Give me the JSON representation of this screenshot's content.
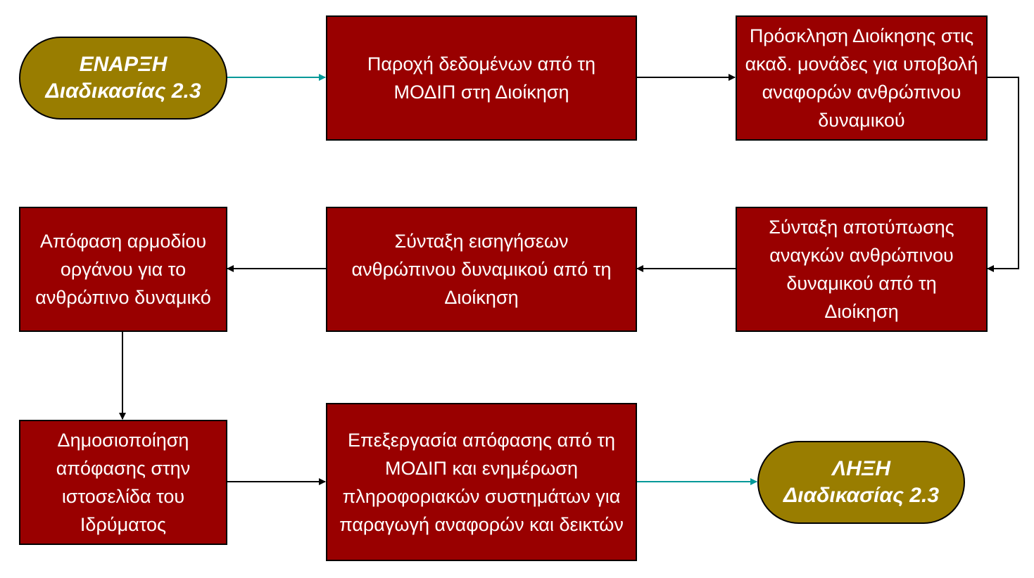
{
  "colors": {
    "process": "#990000",
    "terminal": "#997d00",
    "terminal_arrow": "#009999",
    "arrow": "#000000"
  },
  "start": {
    "line1": "ΕΝΑΡΞΗ",
    "line2": "Διαδικασίας 2.3"
  },
  "end": {
    "line1": "ΛΗΞΗ",
    "line2": "Διαδικασίας 2.3"
  },
  "steps": [
    {
      "text": "Παροχή δεδομένων από τη ΜΟΔΙΠ στη Διοίκηση"
    },
    {
      "text": "Πρόσκληση Διοίκησης στις ακαδ. μονάδες για υποβολή αναφορών ανθρώπινου δυναμικού"
    },
    {
      "text": "Σύνταξη αποτύπωσης αναγκών ανθρώπινου δυναμικού από τη Διοίκηση"
    },
    {
      "text": "Σύνταξη εισηγήσεων ανθρώπινου δυναμικού από τη Διοίκηση"
    },
    {
      "text": "Απόφαση αρμοδίου οργάνου για το ανθρώπινο δυναμικό"
    },
    {
      "text": "Δημοσιοποίηση απόφασης στην ιστοσελίδα του Ιδρύματος"
    },
    {
      "text": "Επεξεργασία απόφασης από τη ΜΟΔΙΠ και ενημέρωση πληροφοριακών συστημάτων για παραγωγή αναφορών και δεικτών"
    }
  ]
}
